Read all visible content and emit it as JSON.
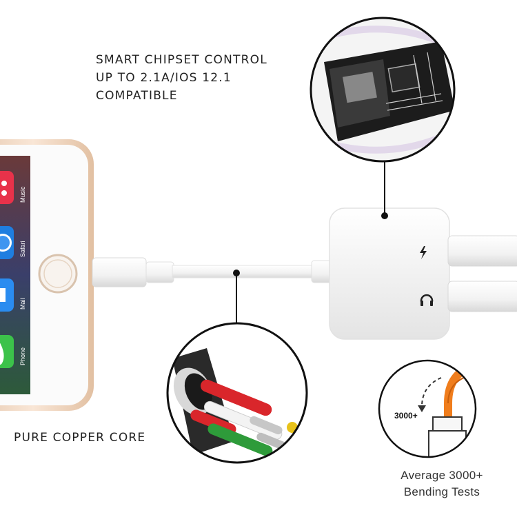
{
  "chipset_feature": {
    "lines": [
      "SMART CHIPSET CONTROL",
      "UP TO 2.1A/IOS 12.1",
      "COMPATIBLE"
    ]
  },
  "copper_feature": {
    "label": "PURE COPPER CORE"
  },
  "bending_feature": {
    "count_label": "3000+",
    "lines": [
      "Average 3000+",
      "Bending Tests"
    ]
  },
  "phone_apps": [
    {
      "name": "Music",
      "icon": "music-app-icon",
      "color": "#e8324a"
    },
    {
      "name": "Safari",
      "icon": "safari-app-icon",
      "color": "#1f7ee0"
    },
    {
      "name": "Mail",
      "icon": "mail-app-icon",
      "color": "#2a8cf0"
    },
    {
      "name": "Phone",
      "icon": "phone-app-icon",
      "color": "#3cc24a"
    }
  ],
  "adapter_ports": [
    {
      "icon": "charging-bolt-icon"
    },
    {
      "icon": "headphone-icon"
    }
  ],
  "colors": {
    "phone_frame": "#f1d9c4",
    "cable": "#f7f7f7",
    "wire_red": "#d9262b",
    "wire_green": "#2e9b3a",
    "wire_white": "#f3f3f3",
    "bend_cable": "#f07d1c"
  }
}
